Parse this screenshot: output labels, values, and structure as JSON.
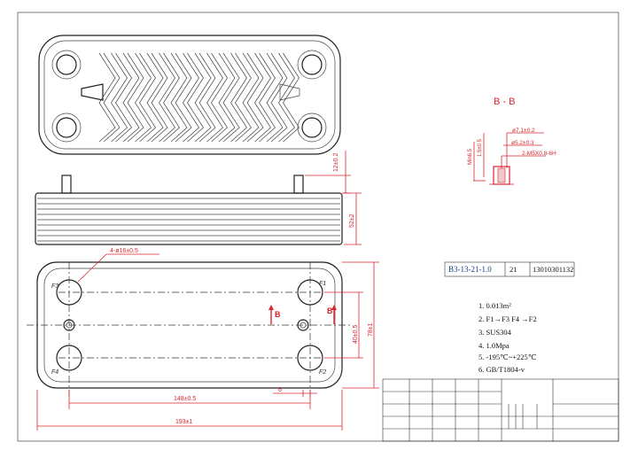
{
  "section": {
    "title": "B - B",
    "dims": {
      "outer_dia": "ø7.1±0.2",
      "inner_dia": "ø5.2±0.3",
      "thread": "2-M5X0.8-6H",
      "depth": "1.5±0.5",
      "min": "Min6.5"
    }
  },
  "side_view": {
    "top_dim": "12±0.2",
    "height_dim": "52±2"
  },
  "front_view": {
    "hole_dim": "4-ø16±0.5",
    "ports": [
      "F3",
      "F1",
      "F4",
      "F2"
    ],
    "section_marks": [
      "B",
      "B"
    ],
    "dim_inner_height": "40±0.5",
    "dim_outer_height": "78±1",
    "dim_hole_spacing": "148±0.5",
    "dim_offset": "6",
    "dim_total_width": "193±1"
  },
  "part_info": {
    "model": "B3-13-21-1.0",
    "plates": "21",
    "code": "13010301132"
  },
  "notes": [
    "1. 0.013m²",
    "2. F1→F3 F4 →F2",
    "3. SUS304",
    "4. 1.0Mpa",
    "5. -195℃~+225℃",
    "6. GB/T1804-v"
  ]
}
